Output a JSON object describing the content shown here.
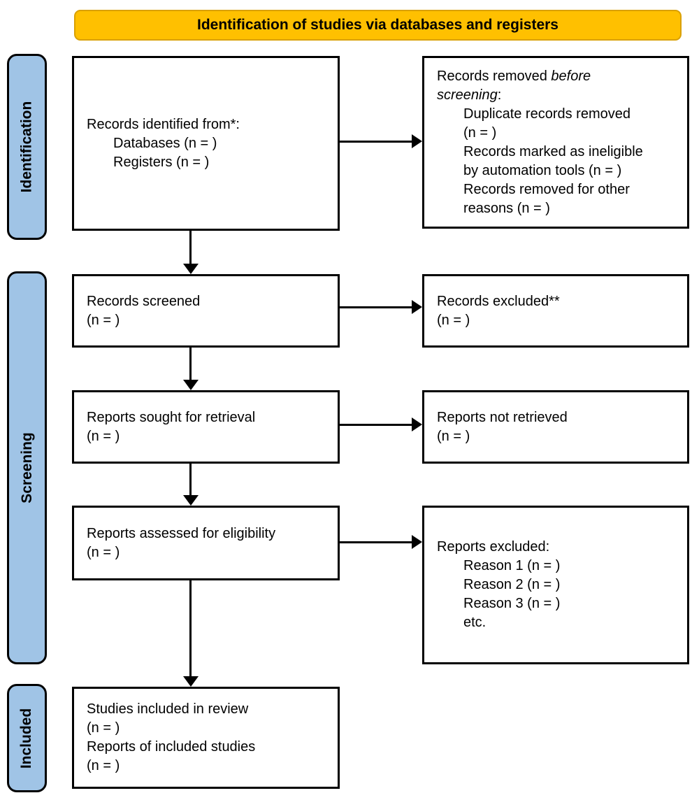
{
  "banner": {
    "title": "Identification of studies via databases and registers"
  },
  "colors": {
    "banner_fill": "#FFC000",
    "banner_border": "#D9A000",
    "stage_fill": "#A0C4E6",
    "line": "#000000"
  },
  "stages": {
    "identification": "Identification",
    "screening": "Screening",
    "included": "Included"
  },
  "boxes": {
    "records_identified": {
      "title": "Records identified from*:",
      "items": {
        "databases": "Databases (n = )",
        "registers": "Registers (n = )"
      }
    },
    "records_removed": {
      "line1_normal": "Records removed ",
      "line1_italic": "before",
      "line2_italic": "screening",
      "line2_normal": ":",
      "item1_line1": "Duplicate records removed",
      "item1_line2": "(n = )",
      "item2_line1": "Records marked as ineligible",
      "item2_line2": "by automation tools (n = )",
      "item3_line1": "Records removed for other",
      "item3_line2": "reasons (n = )"
    },
    "records_screened": {
      "line1": "Records screened",
      "line2": "(n = )"
    },
    "records_excluded": {
      "line1": "Records excluded**",
      "line2": "(n = )"
    },
    "reports_sought": {
      "line1": "Reports sought for retrieval",
      "line2": "(n = )"
    },
    "reports_not_retrieved": {
      "line1": "Reports not retrieved",
      "line2": "(n = )"
    },
    "reports_assessed": {
      "line1": "Reports assessed for eligibility",
      "line2": "(n = )"
    },
    "reports_excluded": {
      "title": "Reports excluded:",
      "items": {
        "reason1": "Reason 1 (n = )",
        "reason2": "Reason 2 (n = )",
        "reason3": "Reason 3 (n = )",
        "etc": "etc."
      }
    },
    "studies_included": {
      "line1": "Studies included in review",
      "line2": "(n = )",
      "line3": "Reports of included studies",
      "line4": "(n = )"
    }
  }
}
